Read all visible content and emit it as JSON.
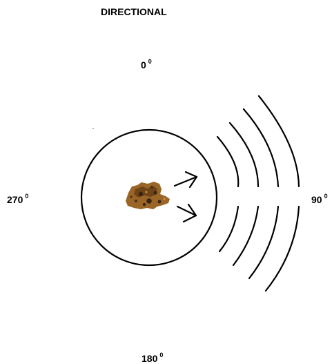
{
  "title": "DIRECTIONAL",
  "compass": {
    "north": {
      "value": "0",
      "unit": "0"
    },
    "east": {
      "value": "90",
      "unit": "0"
    },
    "south": {
      "value": "180",
      "unit": "0"
    },
    "west": {
      "value": "270",
      "unit": "0"
    }
  },
  "icons": {
    "source": "rock-icon",
    "arrows": "arrow-right-icon",
    "waves": "sound-wave-arcs"
  },
  "colors": {
    "stroke": "#000000",
    "rock_base": "#9a6628",
    "rock_dark": "#3a2310"
  }
}
